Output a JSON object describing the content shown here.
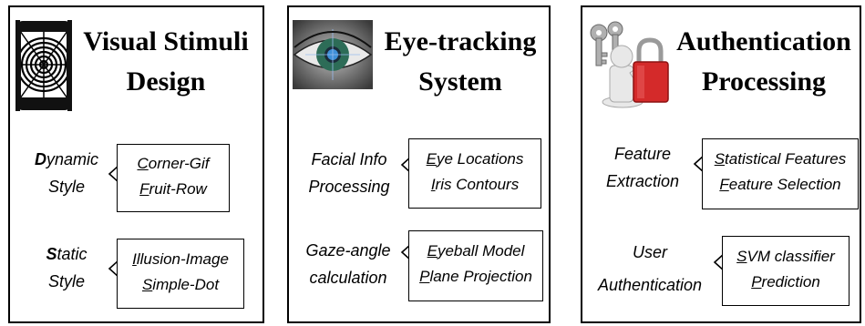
{
  "panels": [
    {
      "title": [
        "Visual Stimuli",
        "Design"
      ],
      "icon": "phone-illusion-icon",
      "groups": [
        {
          "label_bold": "D",
          "label": [
            "ynamic",
            "Style"
          ],
          "items": [
            "Corner-Gif",
            "Fruit-Row"
          ]
        },
        {
          "label_bold": "S",
          "label": [
            "tatic",
            "Style"
          ],
          "items": [
            "Illusion-Image",
            "Simple-Dot"
          ]
        }
      ]
    },
    {
      "title": [
        "Eye-tracking",
        "System"
      ],
      "icon": "eye-icon",
      "groups": [
        {
          "label": [
            "Facial Info",
            "Processing"
          ],
          "items": [
            "Eye Locations",
            "Iris Contours"
          ]
        },
        {
          "label": [
            "Gaze-angle",
            "calculation"
          ],
          "items": [
            "Eyeball Model",
            "Plane Projection"
          ]
        }
      ]
    },
    {
      "title": [
        "Authentication",
        "Processing"
      ],
      "icon": "lock-keys-icon",
      "groups": [
        {
          "label": [
            "Feature",
            "Extraction"
          ],
          "items": [
            "Statistical Features",
            "Feature Selection"
          ]
        },
        {
          "label": [
            "User",
            "Authentication"
          ],
          "items": [
            "SVM classifier",
            "Prediction"
          ]
        }
      ]
    }
  ],
  "colors": {
    "border": "#000000",
    "lock": "#d42a2a",
    "iris": "#3f8fd8"
  }
}
